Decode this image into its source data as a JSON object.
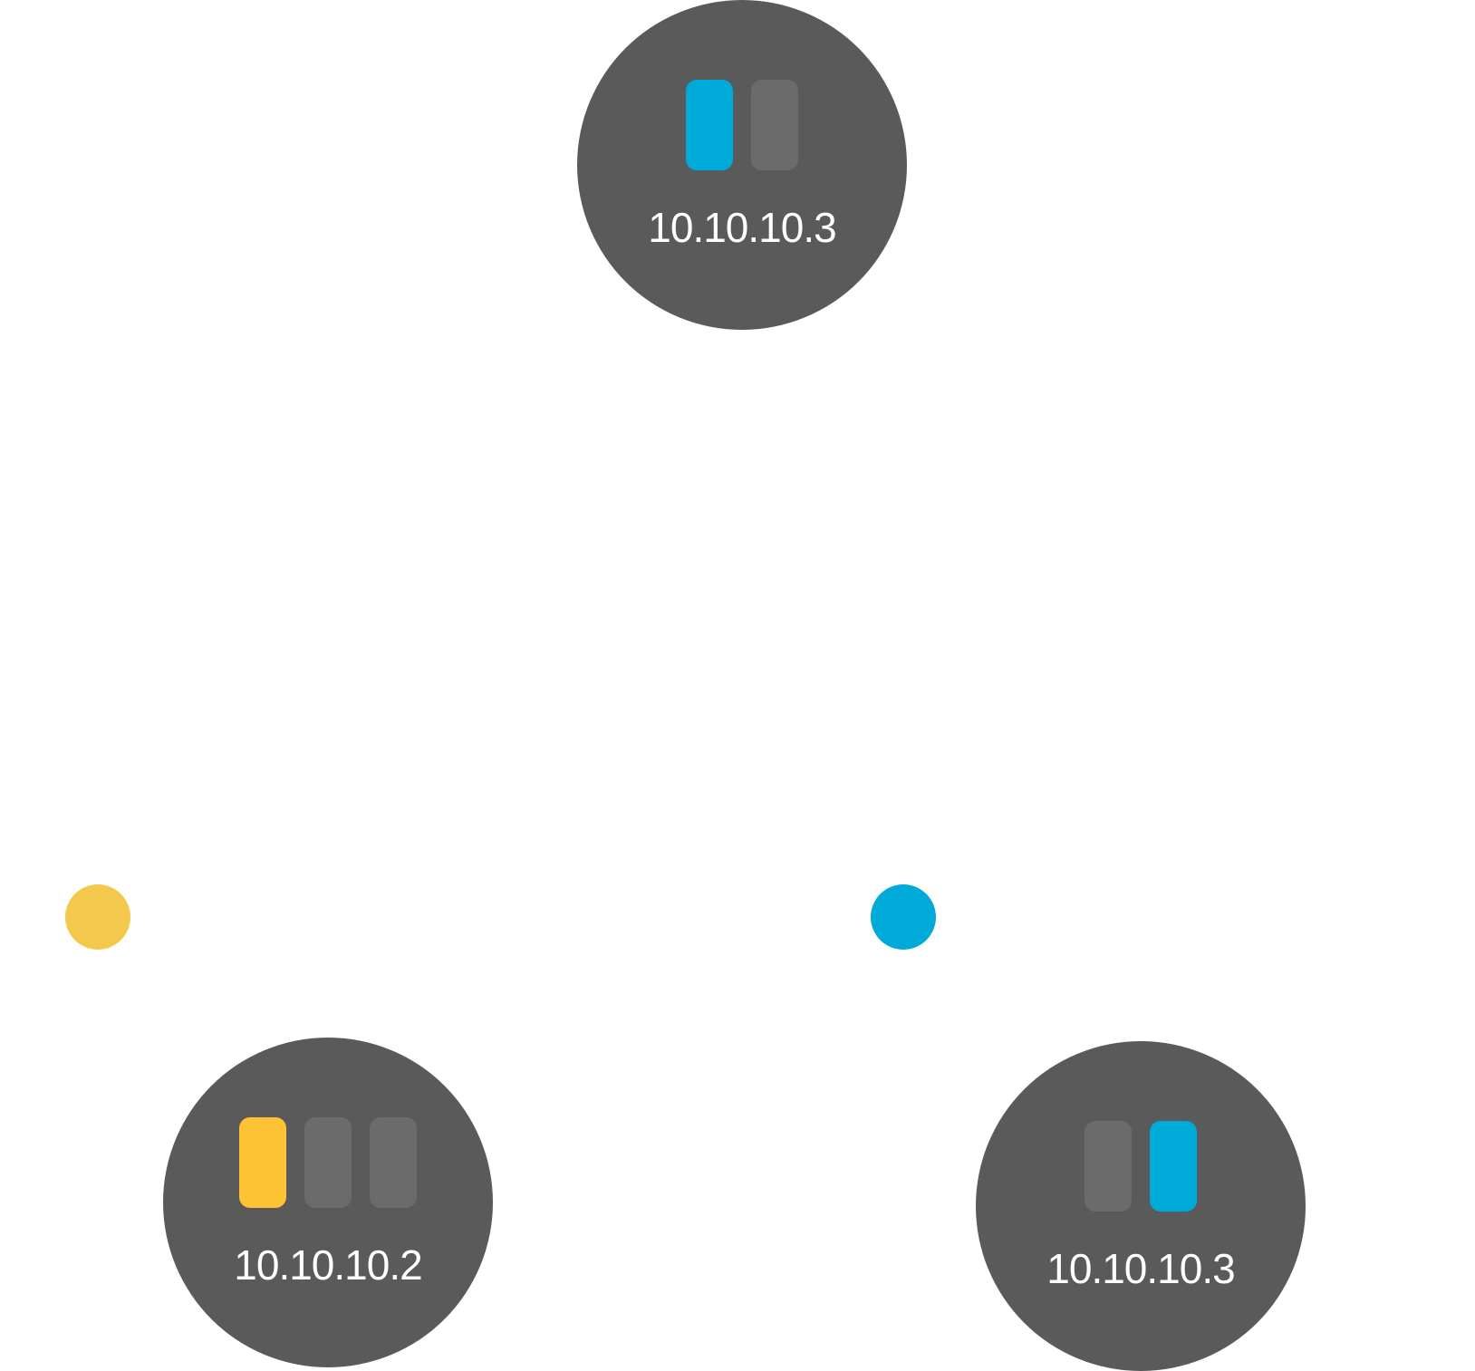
{
  "colors": {
    "node_fill": "#5a5a5a",
    "slot_inactive": "#6b6b6b",
    "blue": "#00aad8",
    "yellow": "#fdc334",
    "yellow_dot": "#f3c94d"
  },
  "nodes": [
    {
      "label": "10.10.10.3",
      "slots": [
        "blue",
        "inactive"
      ]
    },
    {
      "label": "10.10.10.2",
      "slots": [
        "yellow",
        "inactive",
        "inactive"
      ]
    },
    {
      "label": "10.10.10.3",
      "slots": [
        "inactive",
        "blue"
      ]
    }
  ],
  "dots": [
    {
      "color": "yellow_dot"
    },
    {
      "color": "blue"
    }
  ]
}
